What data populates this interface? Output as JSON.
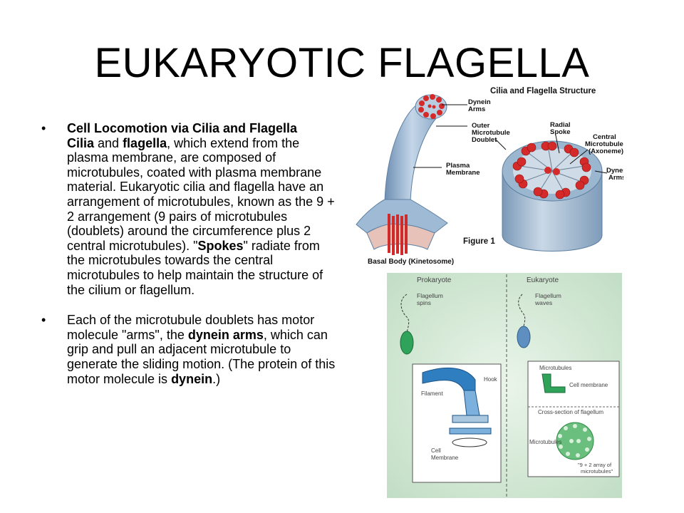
{
  "slide": {
    "title": "EUKARYOTIC FLAGELLA",
    "bullets": [
      {
        "heading": "Cell Locomotion via Cilia and Flagella",
        "cilia": "Cilia",
        "and": " and ",
        "flagella": "flagella",
        "t1": ", which extend from the plasma membrane, are composed of microtubules, coated with plasma membrane material. Eukaryotic cilia and flagella have an arrangement of microtubules, known as the 9 + 2 arrangement (9 pairs of microtubules (doublets) around the circumference plus 2 central microtubules). \"",
        "spokes": "Spokes",
        "t2": "\" radiate from the microtubules towards the central microtubules to help maintain the structure of the cilium or flagellum."
      },
      {
        "t1": "Each of the microtubule doublets has motor molecule \"arms\", the ",
        "dynein_arms": "dynein arms",
        "t2": ", which can grip and pull an adjacent microtubule to generate the sliding motion. (The protein of this motor molecule is ",
        "dynein": "dynein",
        "t3": ".)"
      }
    ]
  },
  "figure1": {
    "title": "Cilia and Flagella Structure",
    "labels": {
      "dynein_arms_1": "Dynein",
      "dynein_arms_2": "Arms",
      "outer_1": "Outer",
      "outer_2": "Microtubule",
      "outer_3": "Doublet",
      "radial_1": "Radial",
      "radial_2": "Spoke",
      "central_1": "Central",
      "central_2": "Microtubule",
      "central_3": "(Axoneme)",
      "dynein_r_1": "Dynein",
      "dynein_r_2": "Arms",
      "plasma_1": "Plasma",
      "plasma_2": "Membrane",
      "figure": "Figure 1",
      "basal": "Basal Body (Kinetosome)"
    }
  },
  "figure2": {
    "prokaryote": "Prokaryote",
    "eukaryote": "Eukaryote",
    "flagellum_spins_1": "Flagellum",
    "flagellum_spins_2": "spins",
    "flagellum_waves_1": "Flagellum",
    "flagellum_waves_2": "waves",
    "filament": "Filament",
    "hook": "Hook",
    "cell_membrane_1": "Cell",
    "cell_membrane_2": "Membrane",
    "microtubules": "Microtubules",
    "cell_membrane_r": "Cell membrane",
    "cross_section": "Cross-section of flagellum",
    "microtubules2": "Microtubules",
    "array_1": "\"9 + 2 array of",
    "array_2": "microtubules\""
  },
  "colors": {
    "tube_blue": "#8aa9c9",
    "microtubule_red": "#d42a2a",
    "panel_green": "#cfe6cf",
    "flagellum_blue": "#2f7fc0",
    "flagellum_green": "#2fa35a"
  }
}
